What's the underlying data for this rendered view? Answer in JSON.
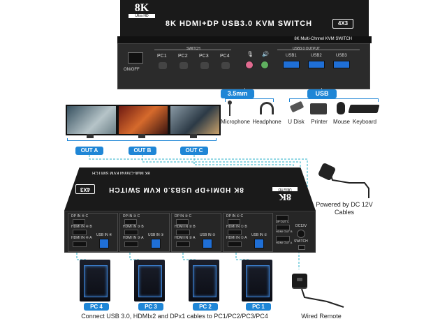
{
  "top_unit": {
    "logo_big": "8K",
    "logo_small": "Ultra HD",
    "title": "8K HDMI+DP USB3.0 KVM SWITCH",
    "badge": "4X3",
    "subtitle": "8K Multi-Chnnel KVM SWITCH",
    "onoff": "ON/OFF",
    "switch_label": "SWITCH",
    "pc_buttons": [
      "PC1",
      "PC2",
      "PC3",
      "PC4"
    ],
    "usb_output_label": "USB3.0 OUTPUT",
    "usb_ports": [
      "USB1",
      "USB2",
      "USB3"
    ]
  },
  "callouts": {
    "audio": "3.5mm",
    "usb": "USB"
  },
  "devices": [
    "Microphone",
    "Headphone",
    "U Disk",
    "Printer",
    "Mouse",
    "Keyboard"
  ],
  "outputs": [
    "OUT A",
    "OUT B",
    "OUT C"
  ],
  "main_unit": {
    "title": "8K HDMI+DP USB3.0 KVM SWITCH",
    "badge": "4X3",
    "logo_big": "8K",
    "logo_small": "Ultra HD",
    "subtitle": "8K Multi-Chnnel KVM SWITCH",
    "groups": [
      {
        "dp": "DP IN ④ C",
        "hdmi_b": "HDMI IN ④ B",
        "usb": "USB IN ④",
        "hdmi_a": "HDMI IN ④ A"
      },
      {
        "dp": "DP IN ③ C",
        "hdmi_b": "HDMI IN ③ B",
        "usb": "USB IN ③",
        "hdmi_a": "HDMI IN ③ A"
      },
      {
        "dp": "DP IN ② C",
        "hdmi_b": "HDMI IN ② B",
        "usb": "USB IN ②",
        "hdmi_a": "HDMI IN ② A"
      },
      {
        "dp": "DP IN ① C",
        "hdmi_b": "HDMI IN ① B",
        "usb": "USB IN ①",
        "hdmi_a": "HDMI IN ① A"
      }
    ],
    "out_c": "DP OUT C",
    "out_b": "HDMI OUT B",
    "out_a": "HDMI OUT A",
    "dc": "DC12V",
    "switch": "SWITCH"
  },
  "power_text": "Powered by DC 12V Cables",
  "pcs": [
    "PC 4",
    "PC 3",
    "PC 2",
    "PC 1"
  ],
  "connect_text": "Connect USB 3.0, HDMIx2 and DPx1 cables to PC1/PC2/PC3/PC4",
  "remote_text": "Wired Remote"
}
